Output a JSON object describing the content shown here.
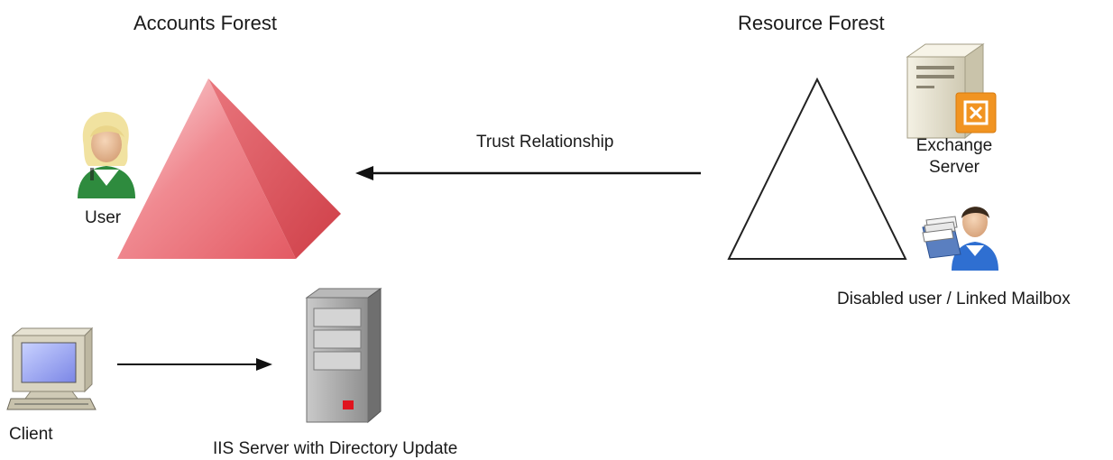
{
  "accounts_forest": {
    "title": "Accounts Forest",
    "user_label": "User",
    "pyramid_colors": {
      "light": "#f3a4a8",
      "mid": "#e8636b",
      "dark": "#d64850"
    }
  },
  "resource_forest": {
    "title": "Resource Forest",
    "exchange_server_label_line1": "Exchange",
    "exchange_server_label_line2": "Server",
    "linked_mailbox_label": "Disabled user / Linked Mailbox"
  },
  "trust": {
    "label": "Trust Relationship",
    "direction": "resource-to-accounts"
  },
  "client": {
    "label": "Client"
  },
  "iis_server": {
    "label": "IIS Server with Directory Update"
  },
  "icons": {
    "user": "user-icon",
    "exchange_server": "exchange-server-icon",
    "linked_mailbox_user": "mailbox-user-icon",
    "client_computer": "computer-icon",
    "iis_server": "server-tower-icon"
  },
  "colors": {
    "exchange_orange": "#f19422",
    "tower_gray": "#9a9a9a",
    "tower_led": "#e0141e"
  }
}
